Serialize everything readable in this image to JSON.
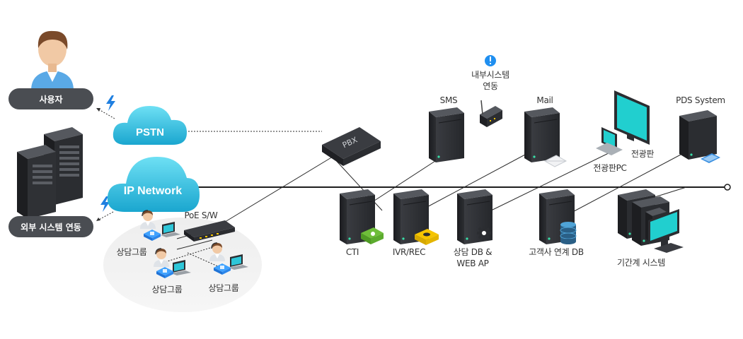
{
  "nodes": {
    "user": "사용자",
    "external": "외부 시스템 연동",
    "pstn": "PSTN",
    "ip_network": "IP Network",
    "pbx": "PBX",
    "poe_switch": "PoE S/W",
    "agent_group_1": "상담그룹",
    "agent_group_2": "상담그룹",
    "agent_group_3": "상담그룹",
    "sms": "SMS",
    "internal_line1": "내부시스템",
    "internal_line2": "연동",
    "mail": "Mail",
    "board": "전광판",
    "board_pc": "전광판PC",
    "pds": "PDS System",
    "cti": "CTI",
    "ivr": "IVR/REC",
    "db_line1": "상담 DB &",
    "db_line2": "WEB AP",
    "customer_db": "고객사 연계 DB",
    "core_system": "기간계 시스템"
  },
  "colors": {
    "pill": "#4a4d52",
    "cloud_light": "#5cd6ee",
    "cloud_dark": "#1ba9cf",
    "bolt": "#1f7fe0",
    "server_dark": "#2b2d31",
    "server_light": "#4a4d52",
    "screen": "#1ec9c9",
    "backbone": "#1e1e1e"
  }
}
